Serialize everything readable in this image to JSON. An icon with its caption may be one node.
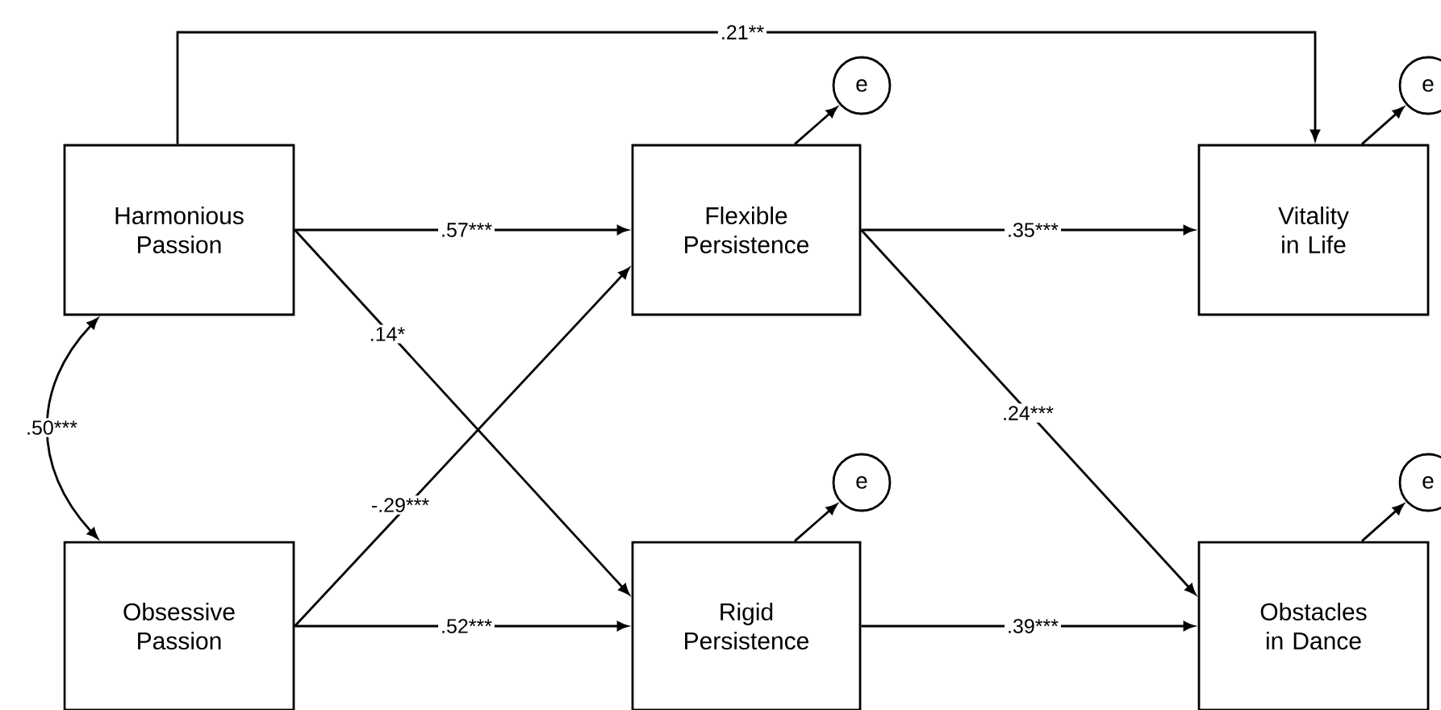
{
  "diagram": {
    "nodes": [
      {
        "text": [
          "Harmonious Passion"
        ]
      },
      {
        "text": [
          "Flexible Persistence"
        ]
      },
      {
        "text": [
          "Vitality in Life"
        ]
      },
      {
        "text": [
          "Obsessive Passion"
        ]
      },
      {
        "text": [
          "Rigid Persistence"
        ]
      },
      {
        "text": [
          "Obstacles in Dance"
        ]
      },
      {
        "text": [
          "e"
        ]
      },
      {
        "text": [
          "e"
        ]
      },
      {
        "text": [
          "e"
        ]
      },
      {
        "text": [
          "e"
        ]
      }
    ],
    "edges": [
      {
        "from": 0,
        "to": 2,
        "arrow": "to",
        "label": ".21**"
      },
      {
        "from": 0,
        "to": 1,
        "arrow": "to",
        "label": ".57***"
      },
      {
        "from": 0,
        "to": 4,
        "arrow": "to",
        "label": ".14*"
      },
      {
        "from": 0,
        "to": 3,
        "arrow": "both",
        "label": ".50***"
      },
      {
        "from": 3,
        "to": 1,
        "arrow": "to",
        "label": "-.29***"
      },
      {
        "from": 3,
        "to": 4,
        "arrow": "to",
        "label": ".52***"
      },
      {
        "from": 1,
        "to": 2,
        "arrow": "to",
        "label": ".35***"
      },
      {
        "from": 1,
        "to": 5,
        "arrow": "to",
        "label": ".24***"
      },
      {
        "from": 4,
        "to": 5,
        "arrow": "to",
        "label": ".39***"
      },
      {
        "from": 1,
        "to": 6,
        "arrow": "to"
      },
      {
        "from": 2,
        "to": 7,
        "arrow": "to"
      },
      {
        "from": 4,
        "to": 8,
        "arrow": "to"
      },
      {
        "from": 5,
        "to": 9,
        "arrow": "to"
      }
    ]
  }
}
